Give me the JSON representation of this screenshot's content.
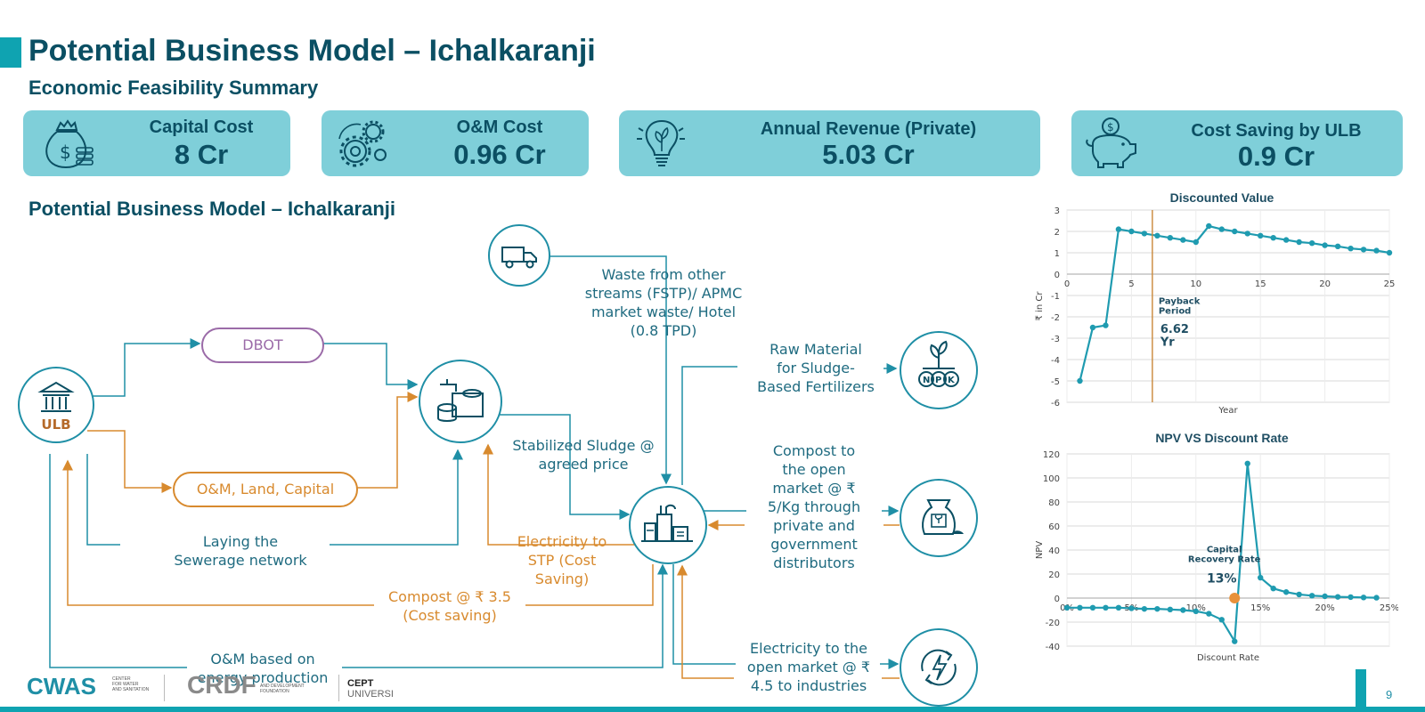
{
  "header": {
    "title": "Potential Business Model – Ichalkaranji",
    "subtitle": "Economic Feasibility Summary",
    "section_title": "Potential Business Model – Ichalkaranji"
  },
  "kpis": [
    {
      "label": "Capital Cost",
      "value": "8 Cr",
      "icon": "money-bag-icon"
    },
    {
      "label": "O&M Cost",
      "value": "0.96 Cr",
      "icon": "gears-icon"
    },
    {
      "label": "Annual Revenue (Private)",
      "value": "5.03 Cr",
      "icon": "lightbulb-leaf-icon"
    },
    {
      "label": "Cost Saving by ULB",
      "value": "0.9 Cr",
      "icon": "piggy-bank-icon"
    }
  ],
  "diagram": {
    "ulb": "ULB",
    "dbot": "DBOT",
    "om_land_capital": "O&M, Land, Capital",
    "sewerage_1": "Laying the",
    "sewerage_2": "Sewerage network",
    "stabilized_1": "Stabilized Sludge @",
    "stabilized_2": "agreed price",
    "waste_1": "Waste from other",
    "waste_2": "streams (FSTP)/ APMC",
    "waste_3": "market waste/ Hotel",
    "waste_4": "(0.8 TPD)",
    "elec_stp_1": "Electricity to",
    "elec_stp_2": "STP (Cost",
    "elec_stp_3": "Saving)",
    "compost_ulb_1": "Compost @ ₹ 3.5",
    "compost_ulb_2": "(Cost saving)",
    "om_energy_1": "O&M based on",
    "om_energy_2": "energy production",
    "raw_1": "Raw Material",
    "raw_2": "for Sludge-",
    "raw_3": "Based Fertilizers",
    "compost_open_1": "Compost to",
    "compost_open_2": "the open",
    "compost_open_3": "market @ ₹",
    "compost_open_4": "5/Kg through",
    "compost_open_5": "private and",
    "compost_open_6": "government",
    "compost_open_7": "distributors",
    "elec_open_1": "Electricity to the",
    "elec_open_2": "open market @ ₹",
    "elec_open_3": "4.5 to industries",
    "npk": [
      "N",
      "P",
      "K"
    ]
  },
  "chart_data": [
    {
      "type": "line",
      "title": "Discounted Value",
      "xlabel": "Year",
      "ylabel": "₹ in Cr",
      "xlim": [
        0,
        25
      ],
      "ylim": [
        -6,
        3
      ],
      "xticks": [
        0,
        5,
        10,
        15,
        20,
        25
      ],
      "yticks": [
        3,
        2,
        1,
        0,
        -1,
        -2,
        -3,
        -4,
        -5,
        -6
      ],
      "grid": true,
      "x": [
        1,
        2,
        3,
        4,
        5,
        6,
        7,
        8,
        9,
        10,
        11,
        12,
        13,
        14,
        15,
        16,
        17,
        18,
        19,
        20,
        21,
        22,
        23,
        24,
        25
      ],
      "y": [
        -5.0,
        -2.5,
        -2.4,
        2.1,
        2.0,
        1.9,
        1.8,
        1.7,
        1.6,
        1.5,
        2.25,
        2.1,
        2.0,
        1.9,
        1.8,
        1.7,
        1.6,
        1.5,
        1.45,
        1.35,
        1.3,
        1.2,
        1.15,
        1.1,
        1.0
      ],
      "annotation": {
        "text_1": "Payback",
        "text_2": "Period",
        "value_1": "6.62",
        "value_2": "Yr",
        "x": 6.62
      }
    },
    {
      "type": "line",
      "title": "NPV VS Discount Rate",
      "xlabel": "Discount Rate",
      "ylabel": "NPV",
      "xlim": [
        0,
        25
      ],
      "ylim": [
        -40,
        120
      ],
      "xticks": [
        0,
        5,
        10,
        15,
        20,
        25
      ],
      "xticklabels": [
        "0%",
        "5%",
        "10%",
        "15%",
        "20%",
        "25%"
      ],
      "yticks": [
        120,
        100,
        80,
        60,
        40,
        20,
        0,
        -20,
        -40
      ],
      "grid": true,
      "x": [
        0,
        1,
        2,
        3,
        4,
        5,
        6,
        7,
        8,
        9,
        10,
        11,
        12,
        13,
        14,
        15,
        16,
        17,
        18,
        19,
        20,
        21,
        22,
        23,
        24
      ],
      "y": [
        -8,
        -8,
        -8,
        -8,
        -8,
        -8.5,
        -9,
        -9,
        -9.5,
        -10,
        -11,
        -13,
        -18,
        -36,
        112,
        17,
        8,
        5,
        3,
        2,
        1.5,
        1,
        0.8,
        0.5,
        0.3
      ],
      "marker": {
        "x": 13,
        "y": 0,
        "color": "#e8913a"
      },
      "annotation": {
        "text_1": "Capital",
        "text_2": "Recovery Rate",
        "value": "13%"
      }
    }
  ],
  "footer": {
    "logo1": "CWAS",
    "logo1_sub_1": "CENTER",
    "logo1_sub_2": "FOR WATER",
    "logo1_sub_3": "AND SANITATION",
    "logo2": "CRDF",
    "logo2_sub_1": "AND DEVELOPMENT",
    "logo2_sub_2": "FOUNDATION",
    "logo3_1": "CEPT",
    "logo3_2": "UNIVERSI",
    "page": "9"
  },
  "colors": {
    "teal": "#1f8fa6",
    "orange": "#d88a2e",
    "purple": "#9b6ba8",
    "dark": "#0b4f63",
    "card": "#7fcfd9"
  }
}
